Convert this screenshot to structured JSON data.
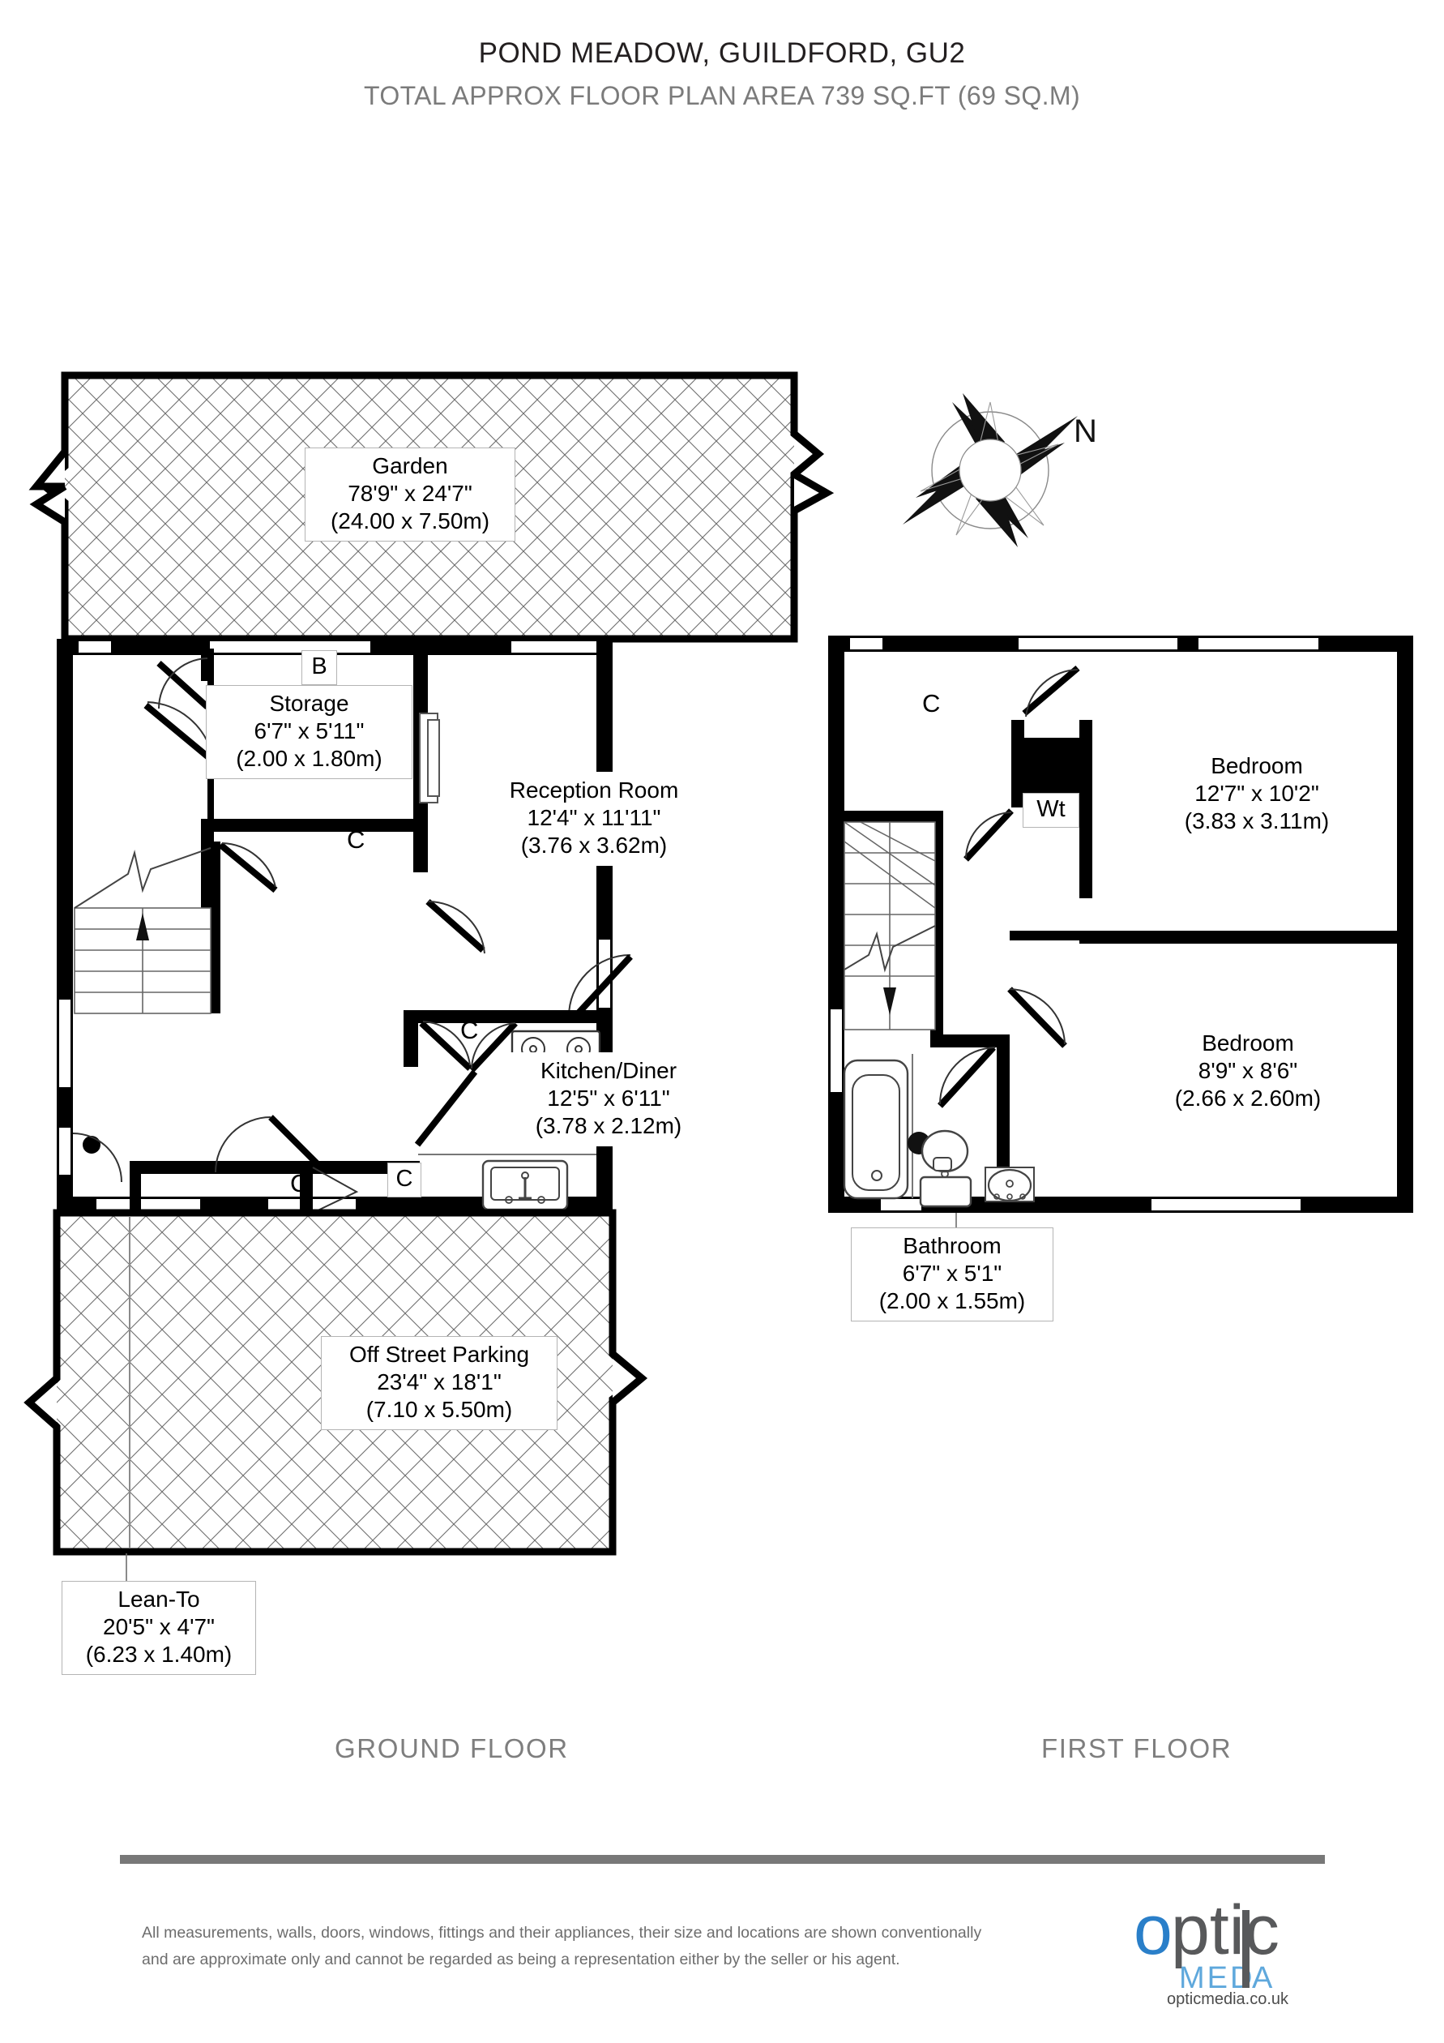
{
  "header": {
    "title": "POND MEADOW, GUILDFORD, GU2",
    "subtitle": "TOTAL APPROX FLOOR PLAN AREA 739 SQ.FT (69 SQ.M)"
  },
  "compass": {
    "north_label": "N",
    "icon": "compass-rose-icon"
  },
  "floors": [
    {
      "caption": "GROUND FLOOR"
    },
    {
      "caption": "FIRST FLOOR"
    }
  ],
  "rooms": [
    {
      "key": "garden",
      "name": "Garden",
      "imperial": "78'9\" x 24'7\"",
      "metric": "(24.00 x 7.50m)",
      "floor": "ground"
    },
    {
      "key": "storage",
      "name": "Storage",
      "imperial": "6'7\" x 5'11\"",
      "metric": "(2.00 x 1.80m)",
      "floor": "ground"
    },
    {
      "key": "reception",
      "name": "Reception Room",
      "imperial": "12'4\" x 11'11\"",
      "metric": "(3.76 x 3.62m)",
      "floor": "ground"
    },
    {
      "key": "kitchen",
      "name": "Kitchen/Diner",
      "imperial": "12'5\" x 6'11\"",
      "metric": "(3.78 x 2.12m)",
      "floor": "ground"
    },
    {
      "key": "parking",
      "name": "Off Street Parking",
      "imperial": "23'4\" x 18'1\"",
      "metric": "(7.10 x 5.50m)",
      "floor": "ground"
    },
    {
      "key": "leanto",
      "name": "Lean-To",
      "imperial": "20'5\" x 4'7\"",
      "metric": "(6.23 x 1.40m)",
      "floor": "ground"
    },
    {
      "key": "bedroom1",
      "name": "Bedroom",
      "imperial": "12'7\" x 10'2\"",
      "metric": "(3.83 x 3.11m)",
      "floor": "first"
    },
    {
      "key": "bedroom2",
      "name": "Bedroom",
      "imperial": "8'9\" x 8'6\"",
      "metric": "(2.66 x 2.60m)",
      "floor": "first"
    },
    {
      "key": "bathroom",
      "name": "Bathroom",
      "imperial": "6'7\" x 5'1\"",
      "metric": "(2.00 x 1.55m)",
      "floor": "first"
    }
  ],
  "markers": {
    "boiler": "B",
    "cupboard": "C",
    "water_tank": "Wt"
  },
  "footer": {
    "disclaimer": "All measurements, walls, doors, windows, fittings and their appliances, their size and locations are shown conventionally and are approximate only and cannot be regarded as being a representation either by the seller or his agent.",
    "logo_primary": "o",
    "logo_rest": "ptic",
    "logo_media": "MEDIA",
    "url": "opticmedia.co.uk"
  },
  "colors": {
    "wall": "#000000",
    "label_border": "#b4b4b4",
    "muted_text": "#7b7b7b",
    "rule": "#787878",
    "logo_blue": "#2a7fc9",
    "logo_gray": "#58595b",
    "logo_light_blue": "#5fa8dc"
  }
}
